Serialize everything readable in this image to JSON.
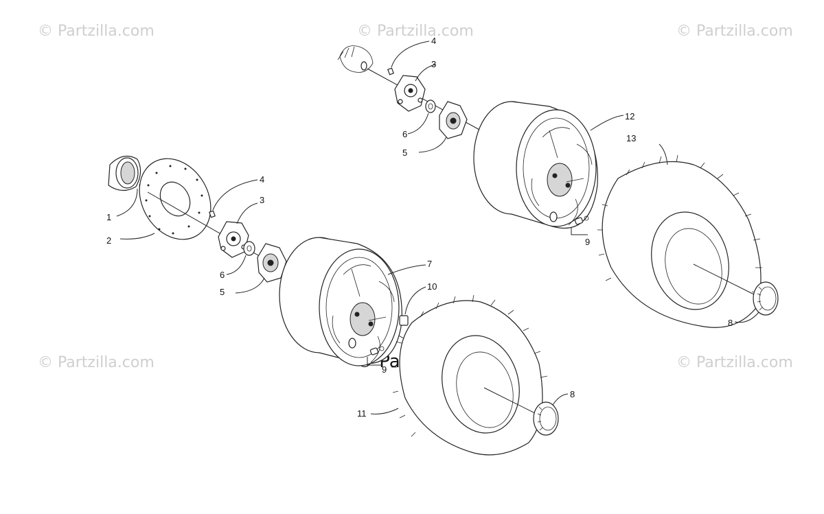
{
  "watermarks": {
    "corner_text": "© Partzilla.com",
    "center_text": "© Partzilla.com"
  },
  "callouts": {
    "c1": "1",
    "c2": "2",
    "c3_left": "3",
    "c3_right": "3",
    "c4_left": "4",
    "c4_right": "4",
    "c5_left": "5",
    "c5_right": "5",
    "c6_left": "6",
    "c6_right": "6",
    "c7": "7",
    "c8_left": "8",
    "c8_right": "8",
    "c9_left": "9",
    "c9_right": "9",
    "c10": "10",
    "c11": "11",
    "c12": "12",
    "c13": "13"
  },
  "colors": {
    "line": "#222222",
    "watermark": "#cfcfcf",
    "background": "#ffffff"
  }
}
